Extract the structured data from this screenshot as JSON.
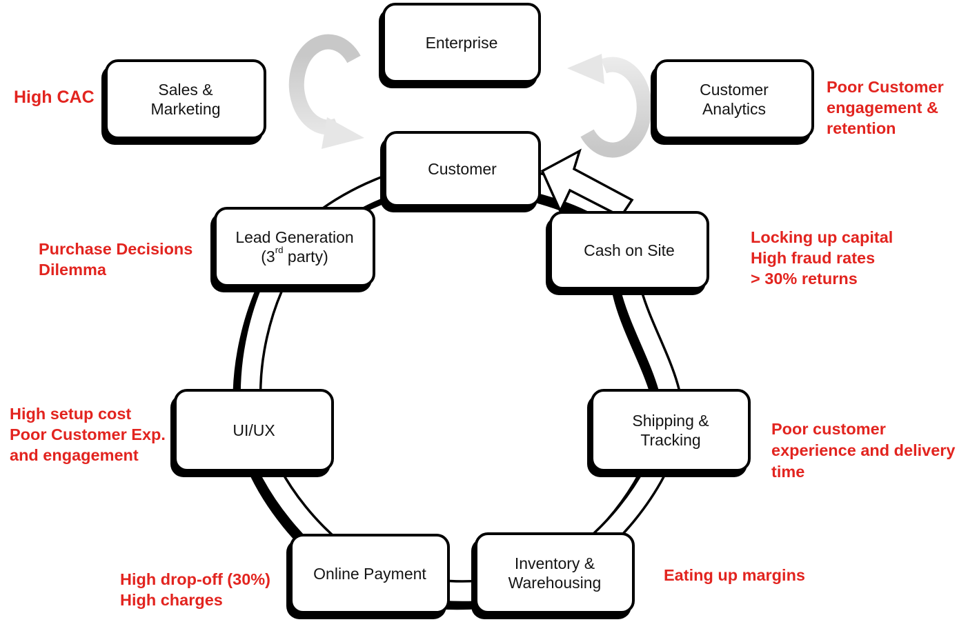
{
  "nodes": {
    "enterprise": "Enterprise",
    "sales_marketing": "Sales &\nMarketing",
    "customer_analytics": "Customer\nAnalytics",
    "customer": "Customer",
    "lead_generation": {
      "line1": "Lead Generation",
      "line2_prefix": "(3",
      "line2_sup": "rd",
      "line2_suffix": " party)"
    },
    "cash_on_site": "Cash on Site",
    "ui_ux": "UI/UX",
    "shipping_tracking": "Shipping &\nTracking",
    "online_payment": "Online Payment",
    "inventory_warehousing": "Inventory &\nWarehousing"
  },
  "annotations": {
    "high_cac": "High CAC",
    "poor_customer_engagement": "Poor Customer\nengagement &\nretention",
    "purchase_decisions": "Purchase Decisions\nDilemma",
    "locking_up_capital": "Locking up capital\nHigh fraud rates\n> 30% returns",
    "high_setup_cost": "High setup cost\nPoor Customer Exp.\nand engagement",
    "poor_customer_experience": "Poor customer\nexperience and delivery\ntime",
    "high_dropoff": "High drop-off (30%)\nHigh charges",
    "eating_up_margins": "Eating up margins"
  },
  "flow": {
    "cycle_sequence": [
      "Customer",
      "Lead Generation (3rd party)",
      "UI/UX",
      "Online Payment",
      "Inventory & Warehousing",
      "Shipping & Tracking",
      "Cash on Site",
      "Customer"
    ],
    "exchange_arrows": [
      "Enterprise → Customer",
      "Customer → Enterprise"
    ]
  },
  "colors": {
    "annotation_red": "#e2241f",
    "box_fill": "#ffffff",
    "box_border": "#000000",
    "ring_shadow": "#000000",
    "swirl_gray_dark": "#c8c8c8",
    "swirl_gray_light": "#ededed"
  }
}
